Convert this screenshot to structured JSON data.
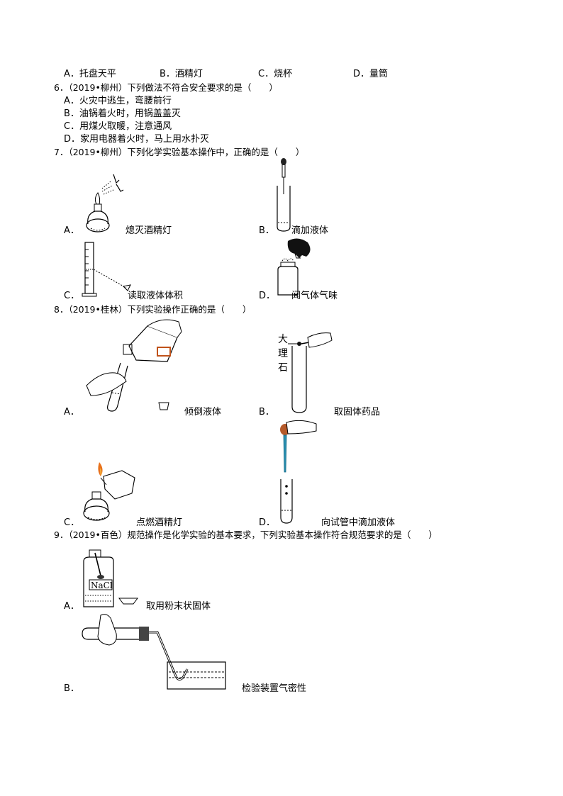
{
  "q5": {
    "options": [
      "A．托盘天平",
      "B．酒精灯",
      "C．烧杯",
      "D．量筒"
    ]
  },
  "q6": {
    "stem": "6．（2019•柳州）下列做法不符合安全要求的是（　　）",
    "options": [
      "A．火灾中逃生，弯腰前行",
      "B．油锅着火时，用锅盖盖灭",
      "C．用煤火取暖，注意通风",
      "D．家用电器着火时，马上用水扑灭"
    ]
  },
  "q7": {
    "stem": "7．（2019•柳州）下列化学实验基本操作中，正确的是（　　）",
    "letters": [
      "A．",
      "B．",
      "C．",
      "D．"
    ],
    "captions": [
      "熄灭酒精灯",
      "滴加液体",
      "读取液体体积",
      "闻气体气味"
    ]
  },
  "q8": {
    "stem": "8．（2019•桂林）下列实验操作正确的是（　　）",
    "letters": [
      "A．",
      "B．",
      "C．",
      "D．"
    ],
    "captions": [
      "倾倒液体",
      "取固体药品",
      "点燃酒精灯",
      "向试管中滴加液体"
    ],
    "marble_label": [
      "大",
      "理",
      "石"
    ]
  },
  "q9": {
    "stem": "9．（2019•百色）规范操作是化学实验的基本要求，下列实验基本操作符合规范要求的是（　　）",
    "letters": [
      "A．",
      "B．"
    ],
    "captions": [
      "取用粉末状固体",
      "检验装置气密性"
    ],
    "bottle_label": "NaCl"
  }
}
